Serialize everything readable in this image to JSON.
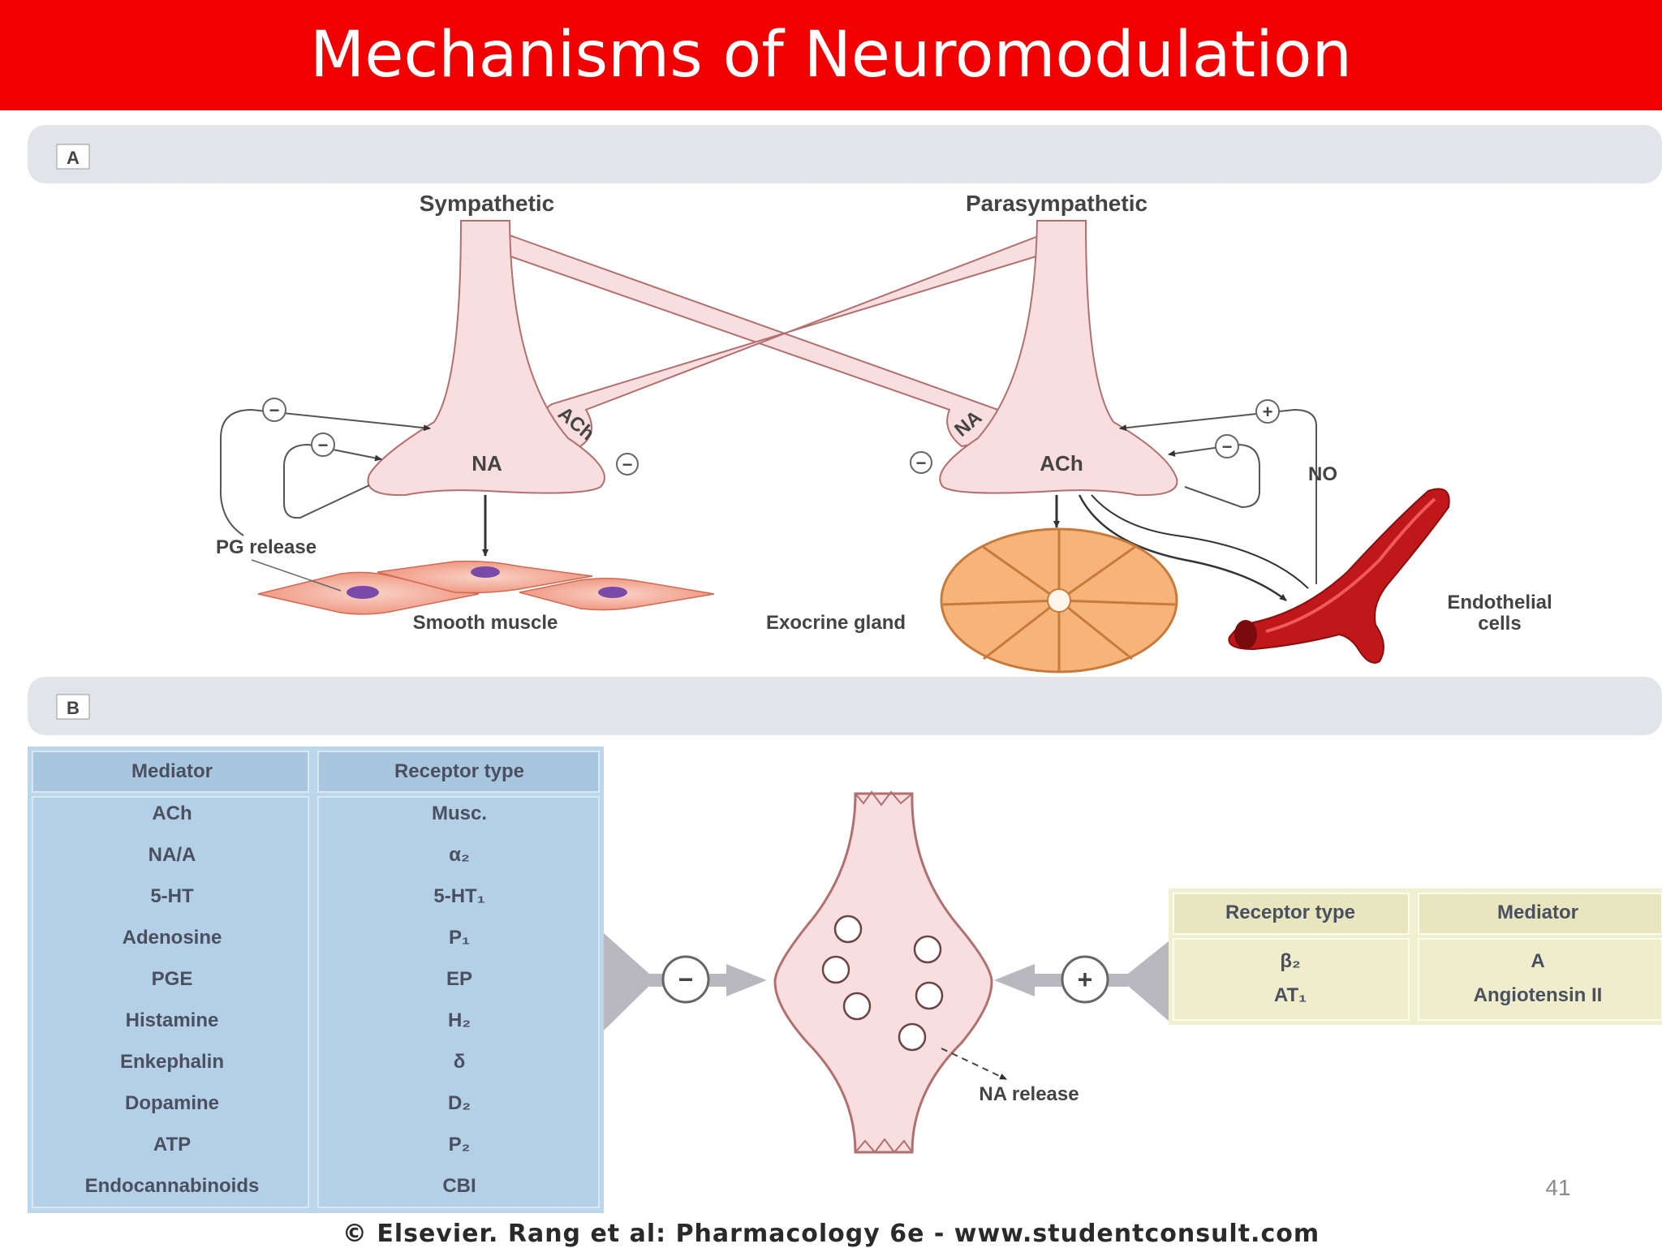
{
  "slide": {
    "title": "Mechanisms of Neuromodulation",
    "page_number": "41",
    "credit": "© Elsevier. Rang et al: Pharmacology 6e - www.studentconsult.com",
    "title_bar_color": "#f00000"
  },
  "panel_a": {
    "label": "A",
    "sympathetic": "Sympathetic",
    "parasympathetic": "Parasympathetic",
    "na_terminal": "NA",
    "ach_terminal": "ACh",
    "ach_varicosity": "ACh",
    "na_varicosity": "NA",
    "pg_release": "PG release",
    "smooth_muscle": "Smooth muscle",
    "exocrine_gland": "Exocrine gland",
    "no_label": "NO",
    "endothelial_line1": "Endothelial",
    "endothelial_line2": "cells",
    "signs": {
      "minus": "−",
      "plus": "+"
    }
  },
  "panel_b": {
    "label": "B",
    "left_table": {
      "headers": [
        "Mediator",
        "Receptor type"
      ],
      "rows": [
        [
          "ACh",
          "Musc."
        ],
        [
          "NA/A",
          "α₂"
        ],
        [
          "5-HT",
          "5-HT₁"
        ],
        [
          "Adenosine",
          "P₁"
        ],
        [
          "PGE",
          "EP"
        ],
        [
          "Histamine",
          "H₂"
        ],
        [
          "Enkephalin",
          "δ"
        ],
        [
          "Dopamine",
          "D₂"
        ],
        [
          "ATP",
          "P₂"
        ],
        [
          "Endocannabinoids",
          "CBI"
        ]
      ]
    },
    "right_table": {
      "headers": [
        "Receptor type",
        "Mediator"
      ],
      "rows": [
        [
          "β₂",
          "A"
        ],
        [
          "AT₁",
          "Angiotensin II"
        ]
      ]
    },
    "na_release": "NA release",
    "signs": {
      "minus": "−",
      "plus": "+"
    }
  },
  "colors": {
    "nerve_fill": "#f8dede",
    "nerve_stroke": "#b07070",
    "panel_header": "#e3e3ea",
    "blue_table": "#bcd6ea",
    "yellow_table": "#f0efcf",
    "gland": "#f2a15a",
    "vessel": "#c0181a"
  }
}
